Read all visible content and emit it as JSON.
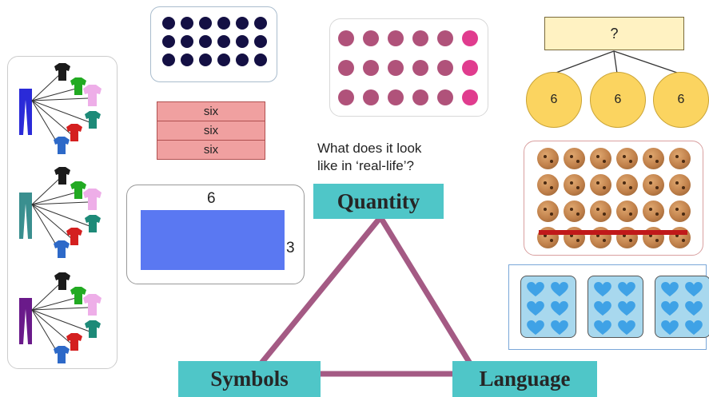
{
  "question": {
    "line1": "What does it look",
    "line2": "like in ‘real-life’?"
  },
  "labels": {
    "quantity": "Quantity",
    "symbols": "Symbols",
    "language": "Language"
  },
  "strips": [
    "six",
    "six",
    "six"
  ],
  "area_model": {
    "top_label": "6",
    "side_label": "3"
  },
  "bar_model": {
    "whole": "?",
    "parts": [
      "6",
      "6",
      "6"
    ]
  },
  "dot_arrays": {
    "navy": {
      "rows": 3,
      "cols": 6,
      "color": "#141044"
    },
    "pink": {
      "rows": 3,
      "cols": 6,
      "color": "#b0527a",
      "highlight_color": "#e03c8e"
    }
  },
  "cookie_array": {
    "rows": 4,
    "cols": 6
  },
  "muffin_trays": {
    "count": 3,
    "rows": 3,
    "cols": 2,
    "heart_color": "#3fa2e6"
  },
  "colors": {
    "teal_label": "#4fc6c8",
    "triangle": "#a45a84",
    "area_fill": "#5a78f2",
    "strip_fill": "#f0a0a0",
    "circle_fill": "#fbd460",
    "bar_fill": "#fff2c2"
  }
}
